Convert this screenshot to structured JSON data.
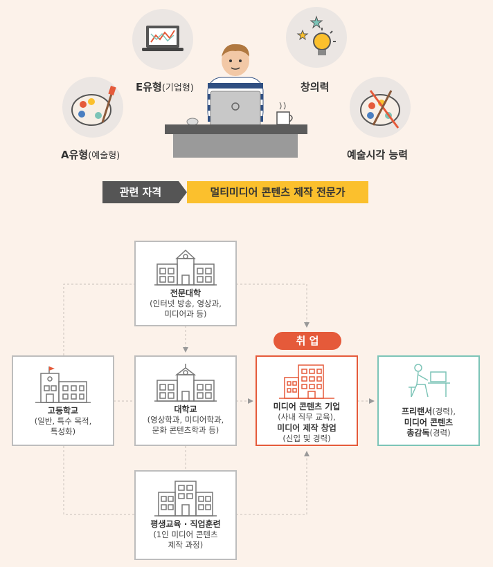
{
  "top": {
    "a_type": {
      "bold": "A유형",
      "rest": "(예술형)"
    },
    "e_type": {
      "bold": "E유형",
      "rest": "(기업형)"
    },
    "creativity": "창의력",
    "art_visual": "예술시각 능력"
  },
  "qualification": {
    "label": "관련 자격",
    "value": "멀티미디어 콘텐츠 제작 전문가"
  },
  "flow": {
    "college": {
      "title": "전문대학",
      "line1": "(인터넷 방송, 영상과,",
      "line2": "미디어과 등)"
    },
    "highschool": {
      "title": "고등학교",
      "line1": "(일반, 특수 목적,",
      "line2": "특성화)"
    },
    "university": {
      "title": "대학교",
      "line1": "(영상학과, 미디어학과,",
      "line2": "문화 콘텐츠학과 등)"
    },
    "lifelong": {
      "title": "평생교육 · 직업훈련",
      "line1": "(1인 미디어 콘텐츠",
      "line2": "제작 과정)"
    },
    "employment_badge": "취 업",
    "employment": {
      "line1": "미디어 콘텐츠 기업",
      "line2": "(사내 직무 교육),",
      "line3": "미디어 제작 창업",
      "line4": "(신입 및 경력)"
    },
    "freelancer": {
      "line1_bold": "프리랜서",
      "line1_rest": "(경력),",
      "line2": "미디어 콘텐츠",
      "line3_bold": "총감독",
      "line3_rest": "(경력)"
    }
  },
  "colors": {
    "background": "#fcf2ea",
    "accent_orange": "#e55a3a",
    "accent_teal": "#7cc4b7",
    "dark_label": "#555555",
    "yellow": "#fbc02d"
  }
}
